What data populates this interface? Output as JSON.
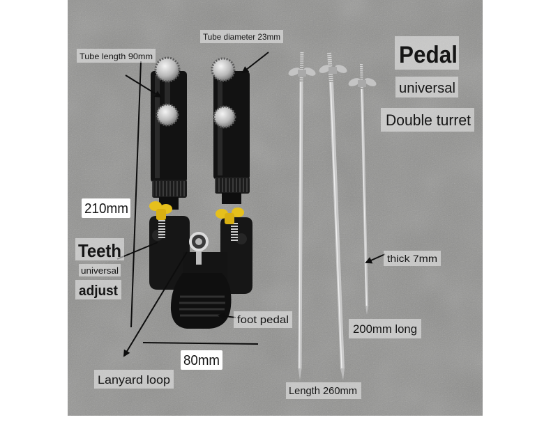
{
  "labels": {
    "tube_length": "Tube length 90mm",
    "tube_diameter": "Tube diameter 23mm",
    "pedal": "Pedal",
    "universal_top": "universal",
    "double_turret": "Double turret",
    "height": "210mm",
    "teeth": "Teeth",
    "universal_small": "universal",
    "adjust": "adjust",
    "thick": "thick 7mm",
    "foot_pedal": "foot pedal",
    "long_200": "200mm long",
    "width": "80mm",
    "lanyard": "Lanyard loop",
    "length_260": "Length 260mm"
  },
  "colors": {
    "concrete": "#8e8e8c",
    "holder_black": "#131313",
    "wing_nut_yellow": "#e6c01c",
    "stake_silver": "#c9c9c9",
    "page_background": "#ffffff"
  },
  "objects": [
    "double-turret-holder",
    "foot-pedal",
    "bank-stake",
    "bank-stake",
    "bank-stake"
  ]
}
